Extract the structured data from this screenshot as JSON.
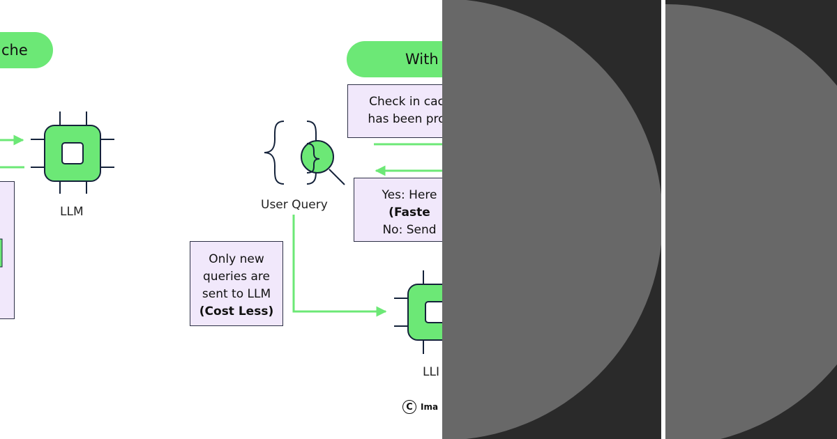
{
  "left_section": {
    "pill_text": "che",
    "llm_label": "LLM"
  },
  "right_section": {
    "pill_text": "With",
    "check_box": {
      "line1": "Check in cac",
      "line2": "has been pro"
    },
    "user_query_label": "User Query",
    "answer_box": {
      "line1": "Yes: Here",
      "line2": "(Faste",
      "line3": "No: Send"
    },
    "new_queries_box": {
      "line1": "Only new",
      "line2": "queries are",
      "line3": "sent to LLM",
      "line4": "(Cost Less)"
    },
    "llm_label": "LLI"
  },
  "copyright": {
    "symbol": "C",
    "text": "Ima"
  },
  "colors": {
    "accent": "#6ce876",
    "note_bg": "#f1e8fb",
    "outline": "#14223a",
    "panel_bg": "#2a2a2a",
    "disc": "#686868"
  },
  "icons": [
    "chip-icon",
    "braces-icon",
    "magnifier-icon",
    "arrow-icon",
    "copyright-icon"
  ]
}
